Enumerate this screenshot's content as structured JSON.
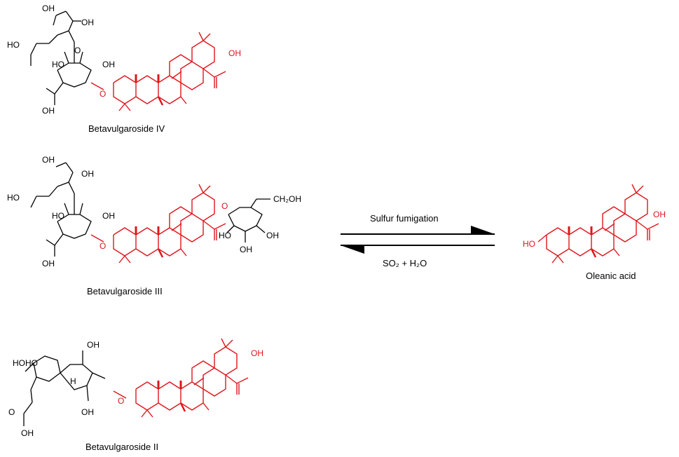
{
  "compounds": {
    "bv4": "Betavulgaroside IV",
    "bv3": "Betavulgaroside III",
    "bv2": "Betavulgaroside II",
    "oa": "Oleanic acid"
  },
  "reaction": {
    "forward": "Sulfur fumigation",
    "reverse": "SO₂ + H₂O"
  },
  "atoms": {
    "OH": "OH",
    "HO": "HO",
    "O": "O",
    "H": "H",
    "CH2OH": "CH₂OH",
    "HOHO": "HOHO"
  },
  "colors": {
    "aglycone": "#e0141b",
    "sugar": "#000000"
  }
}
